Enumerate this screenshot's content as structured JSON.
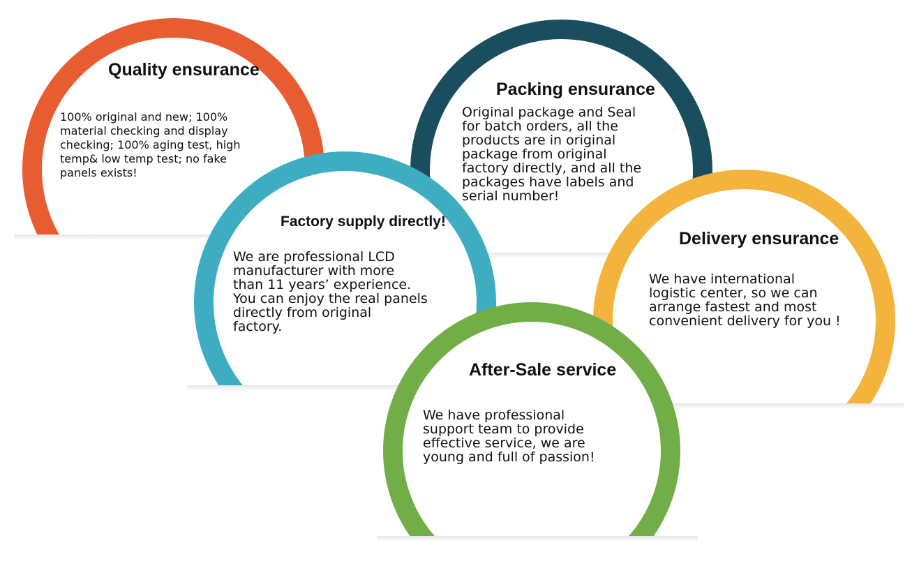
{
  "circles": {
    "quality": {
      "title": "Quality ensurance",
      "text": "100% original and   new; 100%\nmaterial checking and display\nchecking; 100% aging test, high\ntemp& low temp test; no fake\npanels exists!",
      "color": "#e85c32"
    },
    "packing": {
      "title": "Packing ensurance",
      "text": "Original package and Seal\nfor batch orders, all the\nproducts are in original\npackage from original\nfactory directly, and all the\npackages have labels and\nserial number!",
      "color": "#1a4e5f"
    },
    "factory": {
      "title": "Factory supply directly!",
      "text": "We are professional LCD\nmanufacturer with more\nthan 11 years’ experience.\nYou can enjoy the real panels\ndirectly from original\nfactory.",
      "color": "#3eadc2"
    },
    "delivery": {
      "title": "Delivery ensurance",
      "text": "We have international\nlogistic center,  so we can\narrange fastest and most\nconvenient delivery for you !",
      "color": "#f3b33c"
    },
    "aftersale": {
      "title": "After-Sale service",
      "text": "We have professional\nsupport team to provide\neffective service, we are\nyoung and full of passion!",
      "color": "#72ae47"
    }
  }
}
